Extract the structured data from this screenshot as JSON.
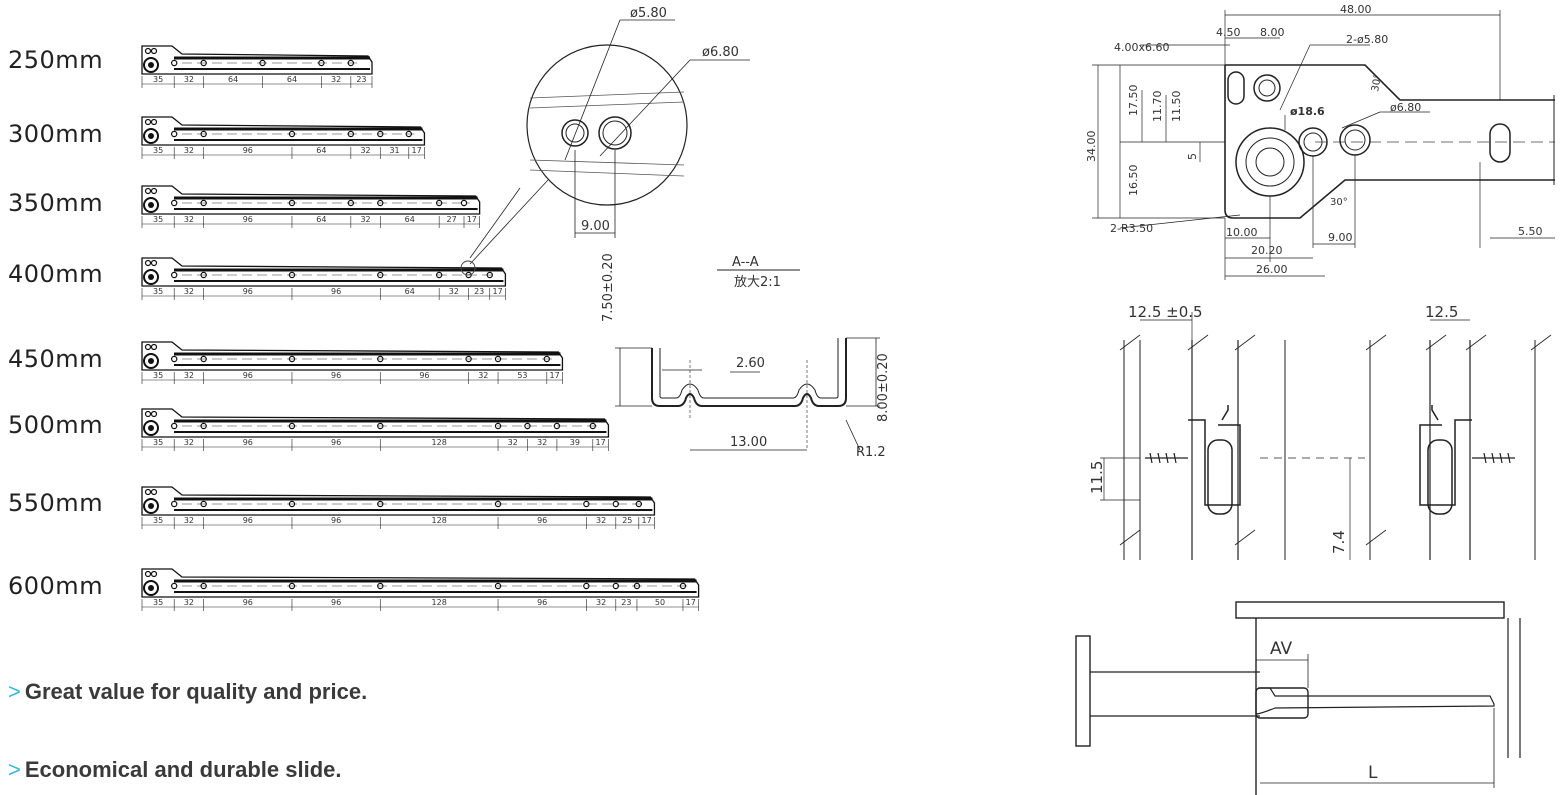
{
  "lengths": [
    "250mm",
    "300mm",
    "350mm",
    "400mm",
    "450mm",
    "500mm",
    "550mm",
    "600mm"
  ],
  "rail_dims": [
    [
      "35",
      "32",
      "64",
      "64",
      "32",
      "23"
    ],
    [
      "35",
      "32",
      "96",
      "64",
      "32",
      "31",
      "17"
    ],
    [
      "35",
      "32",
      "96",
      "64",
      "32",
      "64",
      "27",
      "17"
    ],
    [
      "35",
      "32",
      "96",
      "96",
      "64",
      "32",
      "23",
      "17"
    ],
    [
      "35",
      "32",
      "96",
      "96",
      "96",
      "32",
      "53",
      "17"
    ],
    [
      "35",
      "32",
      "96",
      "96",
      "128",
      "32",
      "32",
      "39",
      "17"
    ],
    [
      "35",
      "32",
      "96",
      "96",
      "128",
      "96",
      "32",
      "25",
      "17"
    ],
    [
      "35",
      "32",
      "96",
      "96",
      "128",
      "96",
      "32",
      "23",
      "50",
      "17"
    ]
  ],
  "detail": {
    "hole_a": "ø5.80",
    "hole_b": "ø6.80",
    "spacing": "9.00"
  },
  "section": {
    "title": "A--A",
    "scale": "放大2:1",
    "height_left": "7.50±0.20",
    "height_right": "8.00±0.20",
    "depth": "2.60",
    "width": "13.00",
    "radius": "R1.2"
  },
  "end_view": {
    "total": "48.00",
    "d450": "4.50",
    "d800": "8.00",
    "slot": "4.00x6.60",
    "holes2": "2-ø5.80",
    "h1750": "17.50",
    "h1170": "11.70",
    "h1150": "11.50",
    "h3400": "34.00",
    "h1650": "16.50",
    "h5": "5",
    "d186": "ø18.6",
    "d680": "ø6.80",
    "ang1": "30°",
    "ang2": "30°",
    "radius": "2-R3.50",
    "d1000": "10.00",
    "d2020": "20.20",
    "d2600": "26.00",
    "d900": "9.00",
    "d550": "5.50"
  },
  "install": {
    "gap_left": "12.5 ±0.5",
    "gap_right": "12.5",
    "h115": "11.5",
    "h74": "7.4"
  },
  "side_view": {
    "av": "AV",
    "l": "L"
  },
  "bullets": [
    "Great value for quality and price.",
    "Economical and durable slide."
  ]
}
